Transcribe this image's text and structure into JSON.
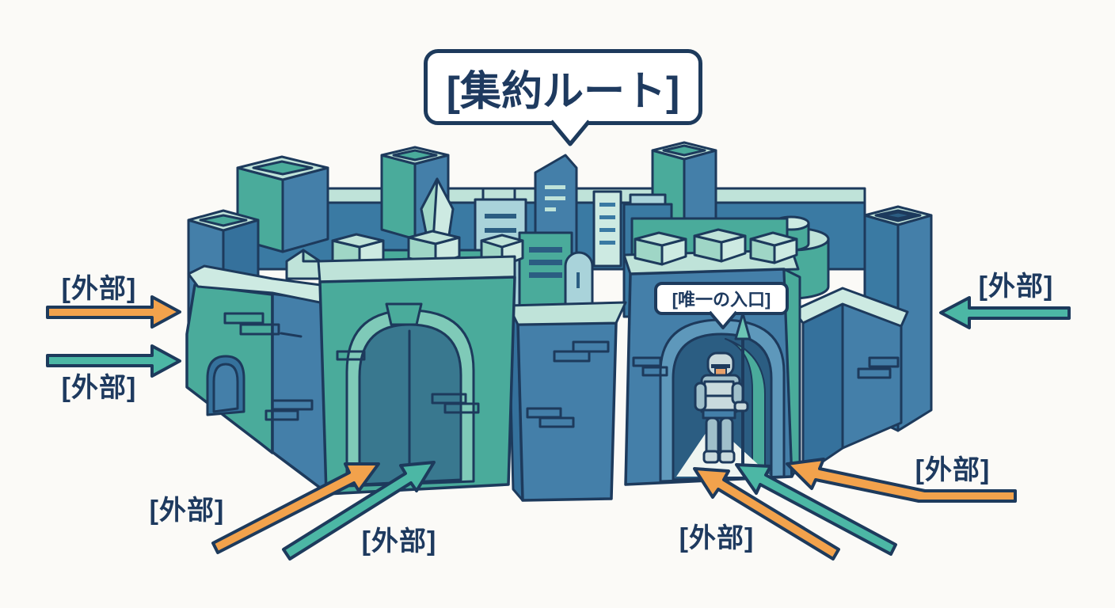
{
  "bubbles": {
    "aggregation": "[集約ルート]",
    "entrance": "[唯一の入口]"
  },
  "labels": {
    "left_top": "[外部]",
    "left_bottom": "[外部]",
    "right": "[外部]",
    "bottom_right": "[外部]",
    "near_entrance": "[外部]",
    "bottom_left_a": "[外部]",
    "bottom_left_b": "[外部]"
  },
  "colors": {
    "background": "#fbfaf7",
    "outline": "#1d3a5c",
    "text_navy": "#1e3a5f",
    "bubble_bg": "#ffffff",
    "arrow_orange": "#f2a24c",
    "arrow_teal": "#4cb7a5",
    "wall_teal": "#4aab9b",
    "wall_teal_light": "#7fcab8",
    "wall_teal_dark": "#2f8a7e",
    "wall_blue": "#447fa9",
    "wall_blue_mid": "#3a7aa3",
    "wall_blue_dark": "#35719c",
    "wall_blue_deep": "#2b5d82",
    "arch_frame_blue": "#5e98bb",
    "gate_interior": "#39788f",
    "mint": "#bfe3d9",
    "mint_light": "#cdeae2",
    "mint_mid": "#9fd6c6",
    "city_light_blue": "#a9d3da",
    "knight_armor": "#c9dadd",
    "knight_armor_dark": "#9fbfca",
    "knight_skin": "#e8a069",
    "spear_blade": "#6cc4b4",
    "light_glow": "#eef5f1"
  }
}
